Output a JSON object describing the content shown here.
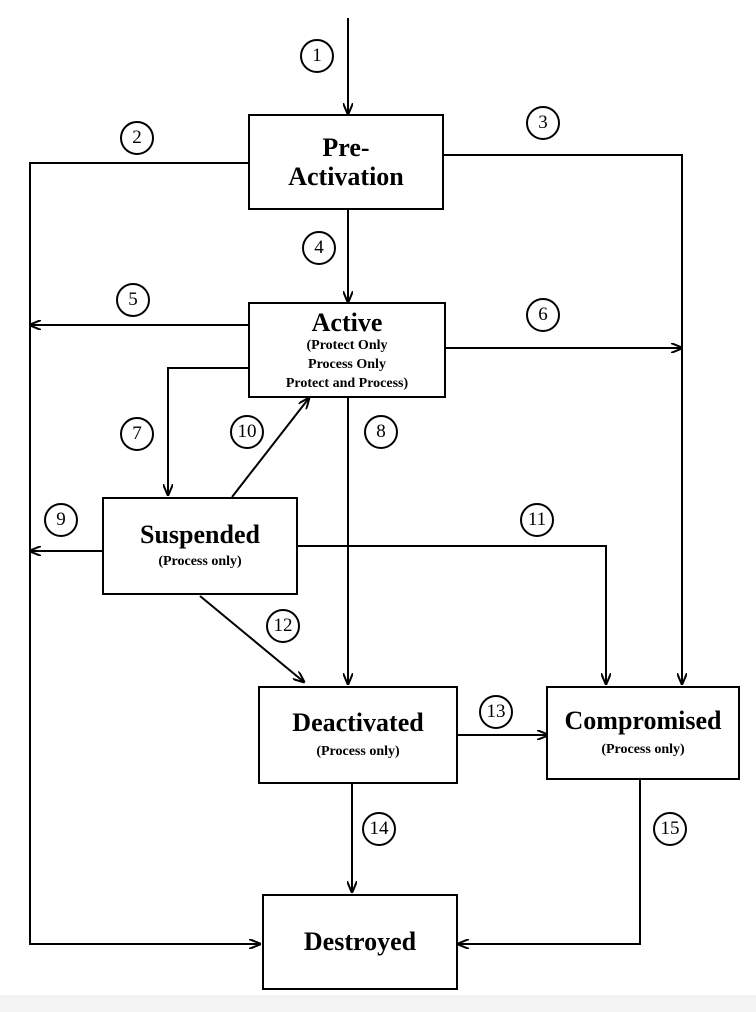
{
  "states": {
    "pre_activation": {
      "name": "Pre-\nActivation"
    },
    "active": {
      "name": "Active",
      "sub": "(Protect Only\nProcess Only\nProtect and Process)"
    },
    "suspended": {
      "name": "Suspended",
      "sub": "(Process only)"
    },
    "deactivated": {
      "name": "Deactivated",
      "sub": "(Process only)"
    },
    "compromised": {
      "name": "Compromised",
      "sub": "(Process only)"
    },
    "destroyed": {
      "name": "Destroyed"
    }
  },
  "transitions": [
    "1",
    "2",
    "3",
    "4",
    "5",
    "6",
    "7",
    "8",
    "9",
    "10",
    "11",
    "12",
    "13",
    "14",
    "15"
  ]
}
